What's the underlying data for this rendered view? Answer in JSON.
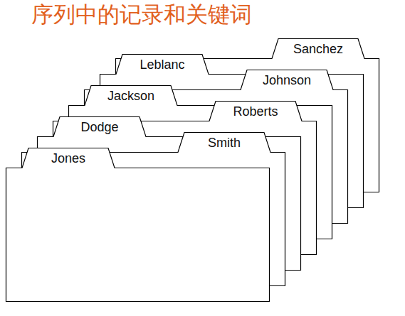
{
  "diagram": {
    "title": "序列中的记录和关键词",
    "nodes": [
      {
        "text": [
          "Jones"
        ]
      },
      {
        "text": [
          "Smith"
        ]
      },
      {
        "text": [
          "Dodge"
        ]
      },
      {
        "text": [
          "Roberts"
        ]
      },
      {
        "text": [
          "Jackson"
        ]
      },
      {
        "text": [
          "Johnson"
        ]
      },
      {
        "text": [
          "Leblanc"
        ]
      },
      {
        "text": [
          "Sanchez"
        ]
      }
    ]
  }
}
